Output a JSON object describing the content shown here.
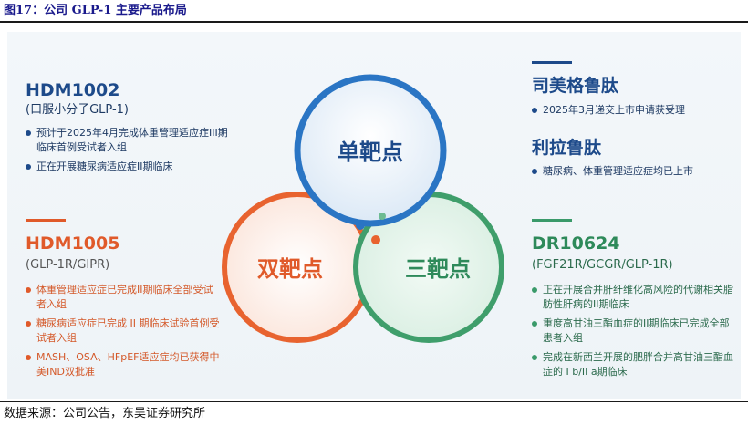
{
  "figure_title": "图17：公司 GLP-1 主要产品布局",
  "source": "数据来源：公司公告，东吴证券研究所",
  "colors": {
    "blue": "#1d4a8a",
    "orange": "#e05a2a",
    "green": "#3a9a6a"
  },
  "venn": {
    "single": "单靶点",
    "dual": "双靶点",
    "triple": "三靶点"
  },
  "left_top": {
    "name": "HDM1002",
    "sub": "(口服小分子GLP-1)",
    "bullets": [
      "预计于2025年4月完成体重管理适应症III期临床首例受试者入组",
      "正在开展糖尿病适应症II期临床"
    ]
  },
  "left_bottom": {
    "name": "HDM1005",
    "sub": "(GLP-1R/GIPR)",
    "bullets": [
      "体重管理适应症已完成II期临床全部受试者入组",
      "糖尿病适应症已完成 II 期临床试验首例受试者入组",
      "MASH、OSA、HFpEF适应症均已获得中美IND双批准"
    ]
  },
  "right_top_a": {
    "name": "司美格鲁肽",
    "bullets": [
      "2025年3月递交上市申请获受理"
    ]
  },
  "right_top_b": {
    "name": "利拉鲁肽",
    "bullets": [
      "糖尿病、体重管理适应症均已上市"
    ]
  },
  "right_bottom": {
    "name": "DR10624",
    "sub": "(FGF21R/GCGR/GLP-1R)",
    "bullets": [
      "正在开展合并肝纤维化高风险的代谢相关脂肪性肝病的II期临床",
      "重度高甘油三酯血症的II期临床已完成全部患者入组",
      "完成在新西兰开展的肥胖合并高甘油三酯血症的 I b/II a期临床"
    ]
  }
}
